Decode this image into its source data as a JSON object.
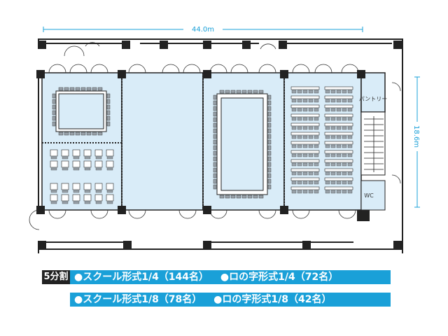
{
  "floorplan": {
    "width_label": "44.0m",
    "height_label": "18.6m",
    "pantry_label": "パントリー",
    "wc_label": "WC"
  },
  "legend": {
    "division_tag": "5分割",
    "row1": [
      {
        "label": "●スクール形式1/4（144名）"
      },
      {
        "label": "●ロの字形式1/4（72名）"
      }
    ],
    "row2": [
      {
        "label": "●スクール形式1/8（78名）"
      },
      {
        "label": "●ロの字形式1/8（42名）"
      }
    ]
  },
  "colors": {
    "room_fill": "#d9ecf8",
    "accent": "#1aa0d8",
    "wall": "#222222",
    "furniture": "#9aa3ab"
  }
}
